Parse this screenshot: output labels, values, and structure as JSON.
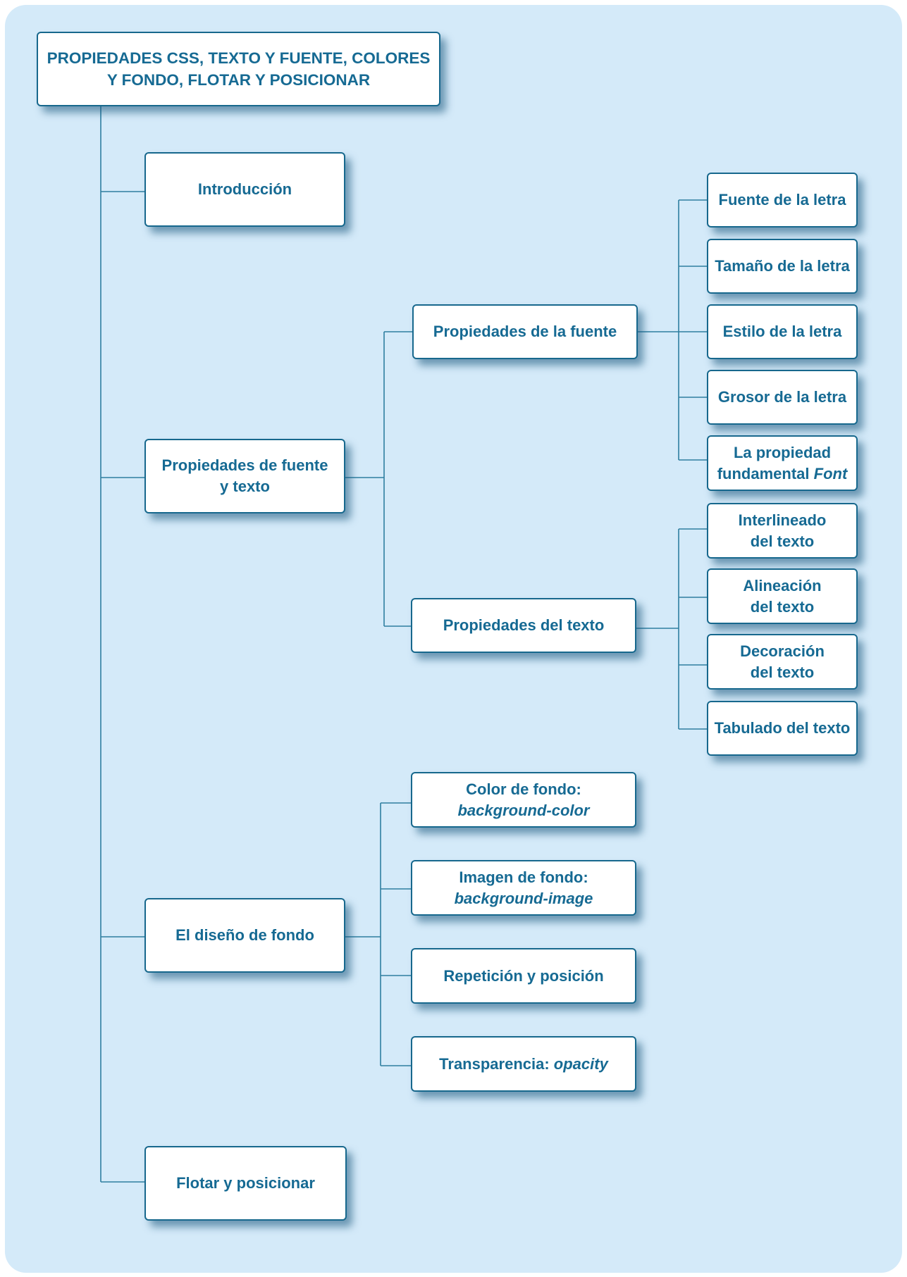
{
  "title": {
    "line1": "PROPIEDADES CSS, TEXTO Y FUENTE, COLORES",
    "line2": "Y FONDO, FLOTAR Y POSICIONAR"
  },
  "nodes": {
    "introduccion": "Introducción",
    "fuente_y_texto": {
      "line1": "Propiedades de fuente",
      "line2": "y texto"
    },
    "prop_fuente": "Propiedades de la fuente",
    "prop_texto": "Propiedades del texto",
    "fuente_letra": "Fuente de la letra",
    "tamano_letra": "Tamaño de la letra",
    "estilo_letra": "Estilo de la letra",
    "grosor_letra": "Grosor de la letra",
    "font_prop": {
      "line1": "La propiedad",
      "line2a": "fundamental ",
      "line2b": "Font"
    },
    "interlineado": {
      "line1": "Interlineado",
      "line2": "del texto"
    },
    "alineacion": {
      "line1": "Alineación",
      "line2": "del texto"
    },
    "decoracion": {
      "line1": "Decoración",
      "line2": "del texto"
    },
    "tabulado": "Tabulado del texto",
    "diseno_fondo": "El diseño de fondo",
    "color_fondo": {
      "line1": "Color de fondo:",
      "line2": "background-color"
    },
    "imagen_fondo": {
      "line1": "Imagen de fondo:",
      "line2": "background-image"
    },
    "repeticion": "Repetición y posición",
    "transparencia": {
      "a": "Transparencia: ",
      "b": "opacity"
    },
    "flotar": "Flotar y posicionar"
  },
  "colors": {
    "panel": "#d4eaf9",
    "border": "#17688d",
    "text": "#166a93",
    "connector": "#2e7ea0"
  }
}
